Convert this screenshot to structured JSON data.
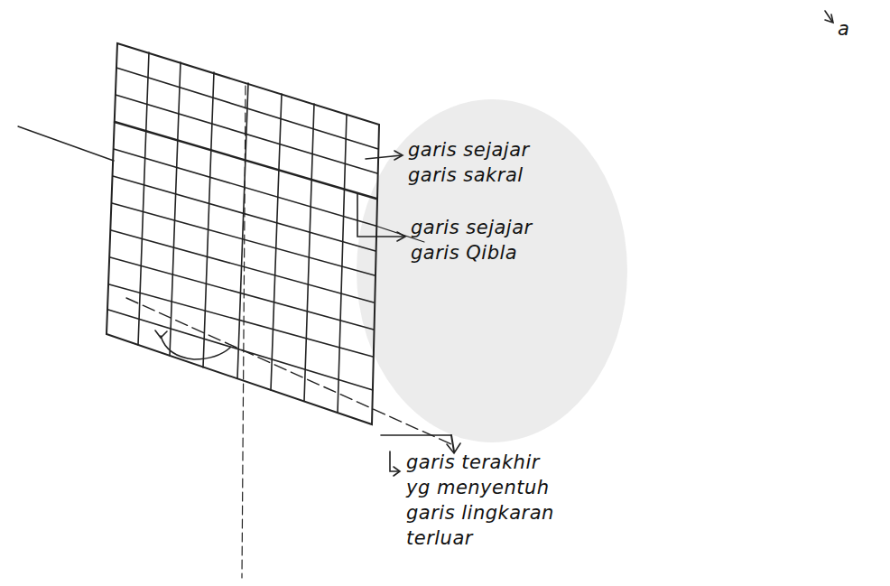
{
  "diagram": {
    "labels": [
      "garis sejajar garis sakral",
      "garis sejajar garis Qibla",
      "garis terakhir yg menyentuh garis lingkaran terluar",
      "a"
    ]
  }
}
